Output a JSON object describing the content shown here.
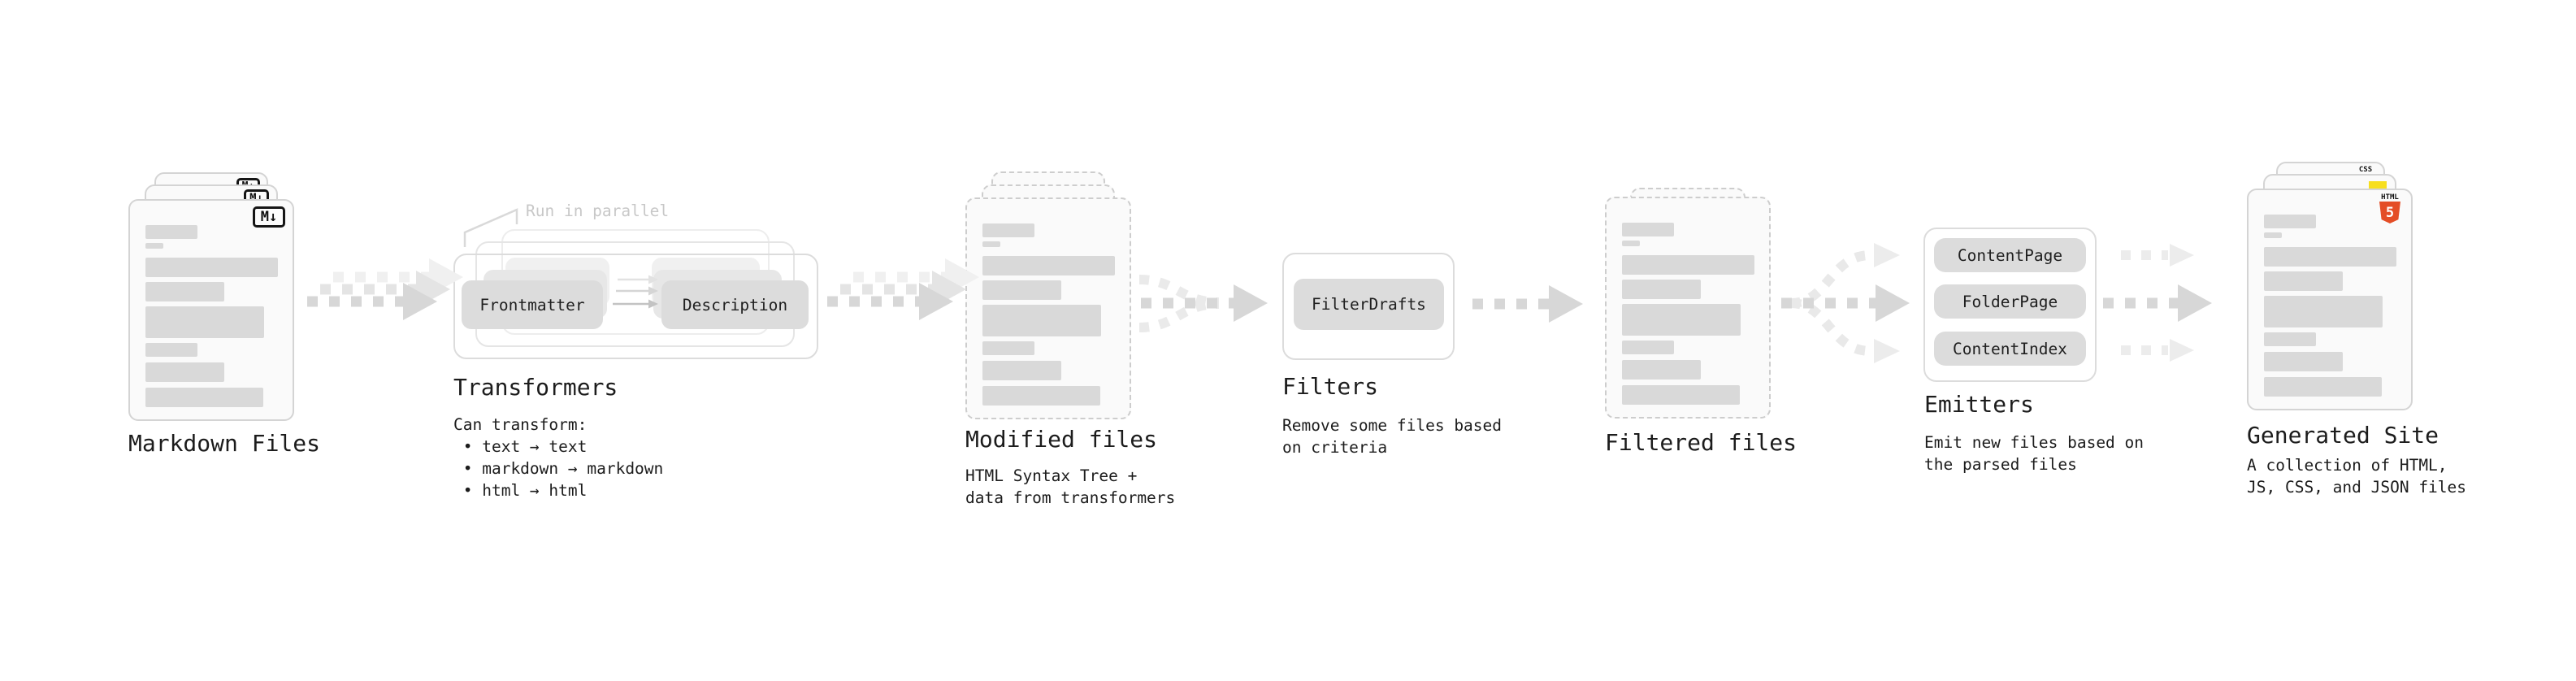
{
  "stages": {
    "markdown": {
      "title": "Markdown Files"
    },
    "transformers": {
      "title": "Transformers",
      "note": "Run in parallel",
      "buttons": [
        "Frontmatter",
        "Description"
      ],
      "body": [
        "Can transform:",
        " • text → text",
        " • markdown → markdown",
        " • html → html"
      ]
    },
    "modified": {
      "title": "Modified files",
      "body": [
        "HTML Syntax Tree +",
        "data from transformers"
      ]
    },
    "filters": {
      "title": "Filters",
      "buttons": [
        "FilterDrafts"
      ],
      "body": [
        "Remove some files based",
        "on criteria"
      ]
    },
    "filtered": {
      "title": "Filtered files"
    },
    "emitters": {
      "title": "Emitters",
      "buttons": [
        "ContentPage",
        "FolderPage",
        "ContentIndex"
      ],
      "body": [
        "Emit new files based on",
        "the parsed files"
      ]
    },
    "generated": {
      "title": "Generated Site",
      "body": [
        "A collection of HTML,",
        "JS, CSS, and JSON files"
      ]
    }
  },
  "icons": {
    "markdown_label": "M↓",
    "html_label": "HTML",
    "html_five": "5",
    "js_label": "JS",
    "css_label": "CSS"
  },
  "colors": {
    "html_orange": "#e44d26",
    "js_yellow": "#f7df1e",
    "css_blue": "#2f6fe4"
  }
}
